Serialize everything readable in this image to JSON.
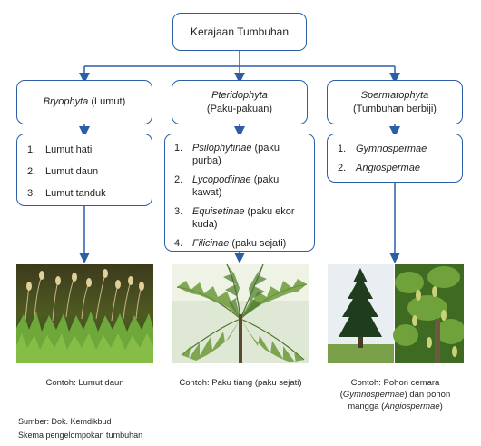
{
  "root": {
    "label": "Kerajaan Tumbuhan"
  },
  "columns": [
    {
      "name_italic": "Bryophyta",
      "name_suffix": " (Lumut)",
      "items": [
        {
          "num": "1.",
          "italic": "",
          "text": "Lumut hati"
        },
        {
          "num": "2.",
          "italic": "",
          "text": "Lumut daun"
        },
        {
          "num": "3.",
          "italic": "",
          "text": "Lumut tanduk"
        }
      ],
      "caption": "Contoh: Lumut daun"
    },
    {
      "name_italic": "Pteridophyta",
      "name_line2": "(Paku-pakuan)",
      "items": [
        {
          "num": "1.",
          "italic": "Psilophytinae",
          "text": " (paku purba)"
        },
        {
          "num": "2.",
          "italic": "Lycopodiinae",
          "text": " (paku kawat)"
        },
        {
          "num": "3.",
          "italic": "Equisetinae",
          "text": " (paku ekor kuda)"
        },
        {
          "num": "4.",
          "italic": "Filicinae",
          "text": " (paku sejati)"
        }
      ],
      "caption": "Contoh: Paku tiang (paku sejati)"
    },
    {
      "name_italic": "Spermatophyta",
      "name_line2": "(Tumbuhan berbiji)",
      "items": [
        {
          "num": "1.",
          "italic": "Gymnospermae",
          "text": ""
        },
        {
          "num": "2.",
          "italic": "Angiospermae",
          "text": ""
        }
      ],
      "caption_line1": "Contoh: Pohon cemara",
      "caption_line2_open": "(",
      "caption_line2_italic": "Gymnospermae",
      "caption_line2_rest": ") dan pohon",
      "caption_line3_text": "mangga (",
      "caption_line3_italic": "Angiospermae",
      "caption_line3_close": ")"
    }
  ],
  "source": "Sumber: Dok. Kemdikbud",
  "figure_caption": "Skema pengelompokan tumbuhan",
  "colors": {
    "border": "#2b5ea7",
    "line": "#2b5ea7"
  }
}
